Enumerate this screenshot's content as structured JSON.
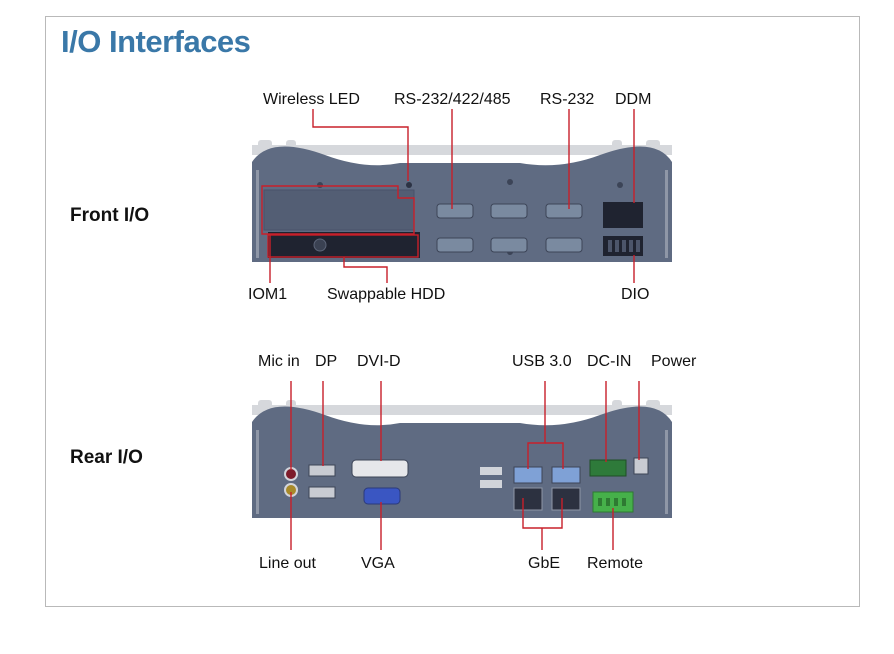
{
  "title": "I/O Interfaces",
  "front": {
    "section_label": "Front I/O",
    "labels": {
      "wireless_led": "Wireless LED",
      "rs232_422_485": "RS-232/422/485",
      "rs232": "RS-232",
      "ddm": "DDM",
      "iom1": "IOM1",
      "swappable_hdd": "Swappable HDD",
      "dio": "DIO"
    }
  },
  "rear": {
    "section_label": "Rear I/O",
    "labels": {
      "mic_in": "Mic in",
      "dp": "DP",
      "dvi_d": "DVI-D",
      "usb30": "USB 3.0",
      "dc_in": "DC-IN",
      "power": "Power",
      "line_out": "Line out",
      "vga": "VGA",
      "gbe": "GbE",
      "remote": "Remote"
    }
  },
  "colors": {
    "title": "#3a78a8",
    "callout": "#c8202a",
    "chassis": "#5f6b82",
    "fins": "#d6d8dc"
  }
}
